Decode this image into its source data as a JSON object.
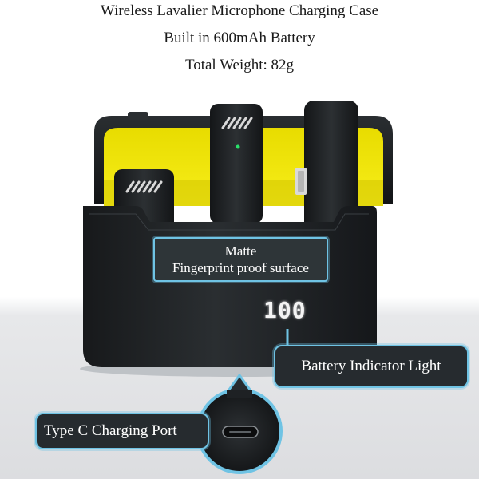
{
  "header": {
    "line1": "Wireless Lavalier Microphone Charging Case",
    "line2": "Built in 600mAh Battery",
    "line3": "Total Weight: 82g"
  },
  "callouts": {
    "matte_line1": "Matte",
    "matte_line2": "Fingerprint proof surface",
    "battery": "Battery Indicator Light",
    "port": "Type C Charging Port"
  },
  "display": {
    "battery_level": "100"
  },
  "colors": {
    "case_body": "#1f2326",
    "case_interior": "#f2e600",
    "callout_bg": "#262b2f",
    "callout_border": "#6fc3e4"
  }
}
